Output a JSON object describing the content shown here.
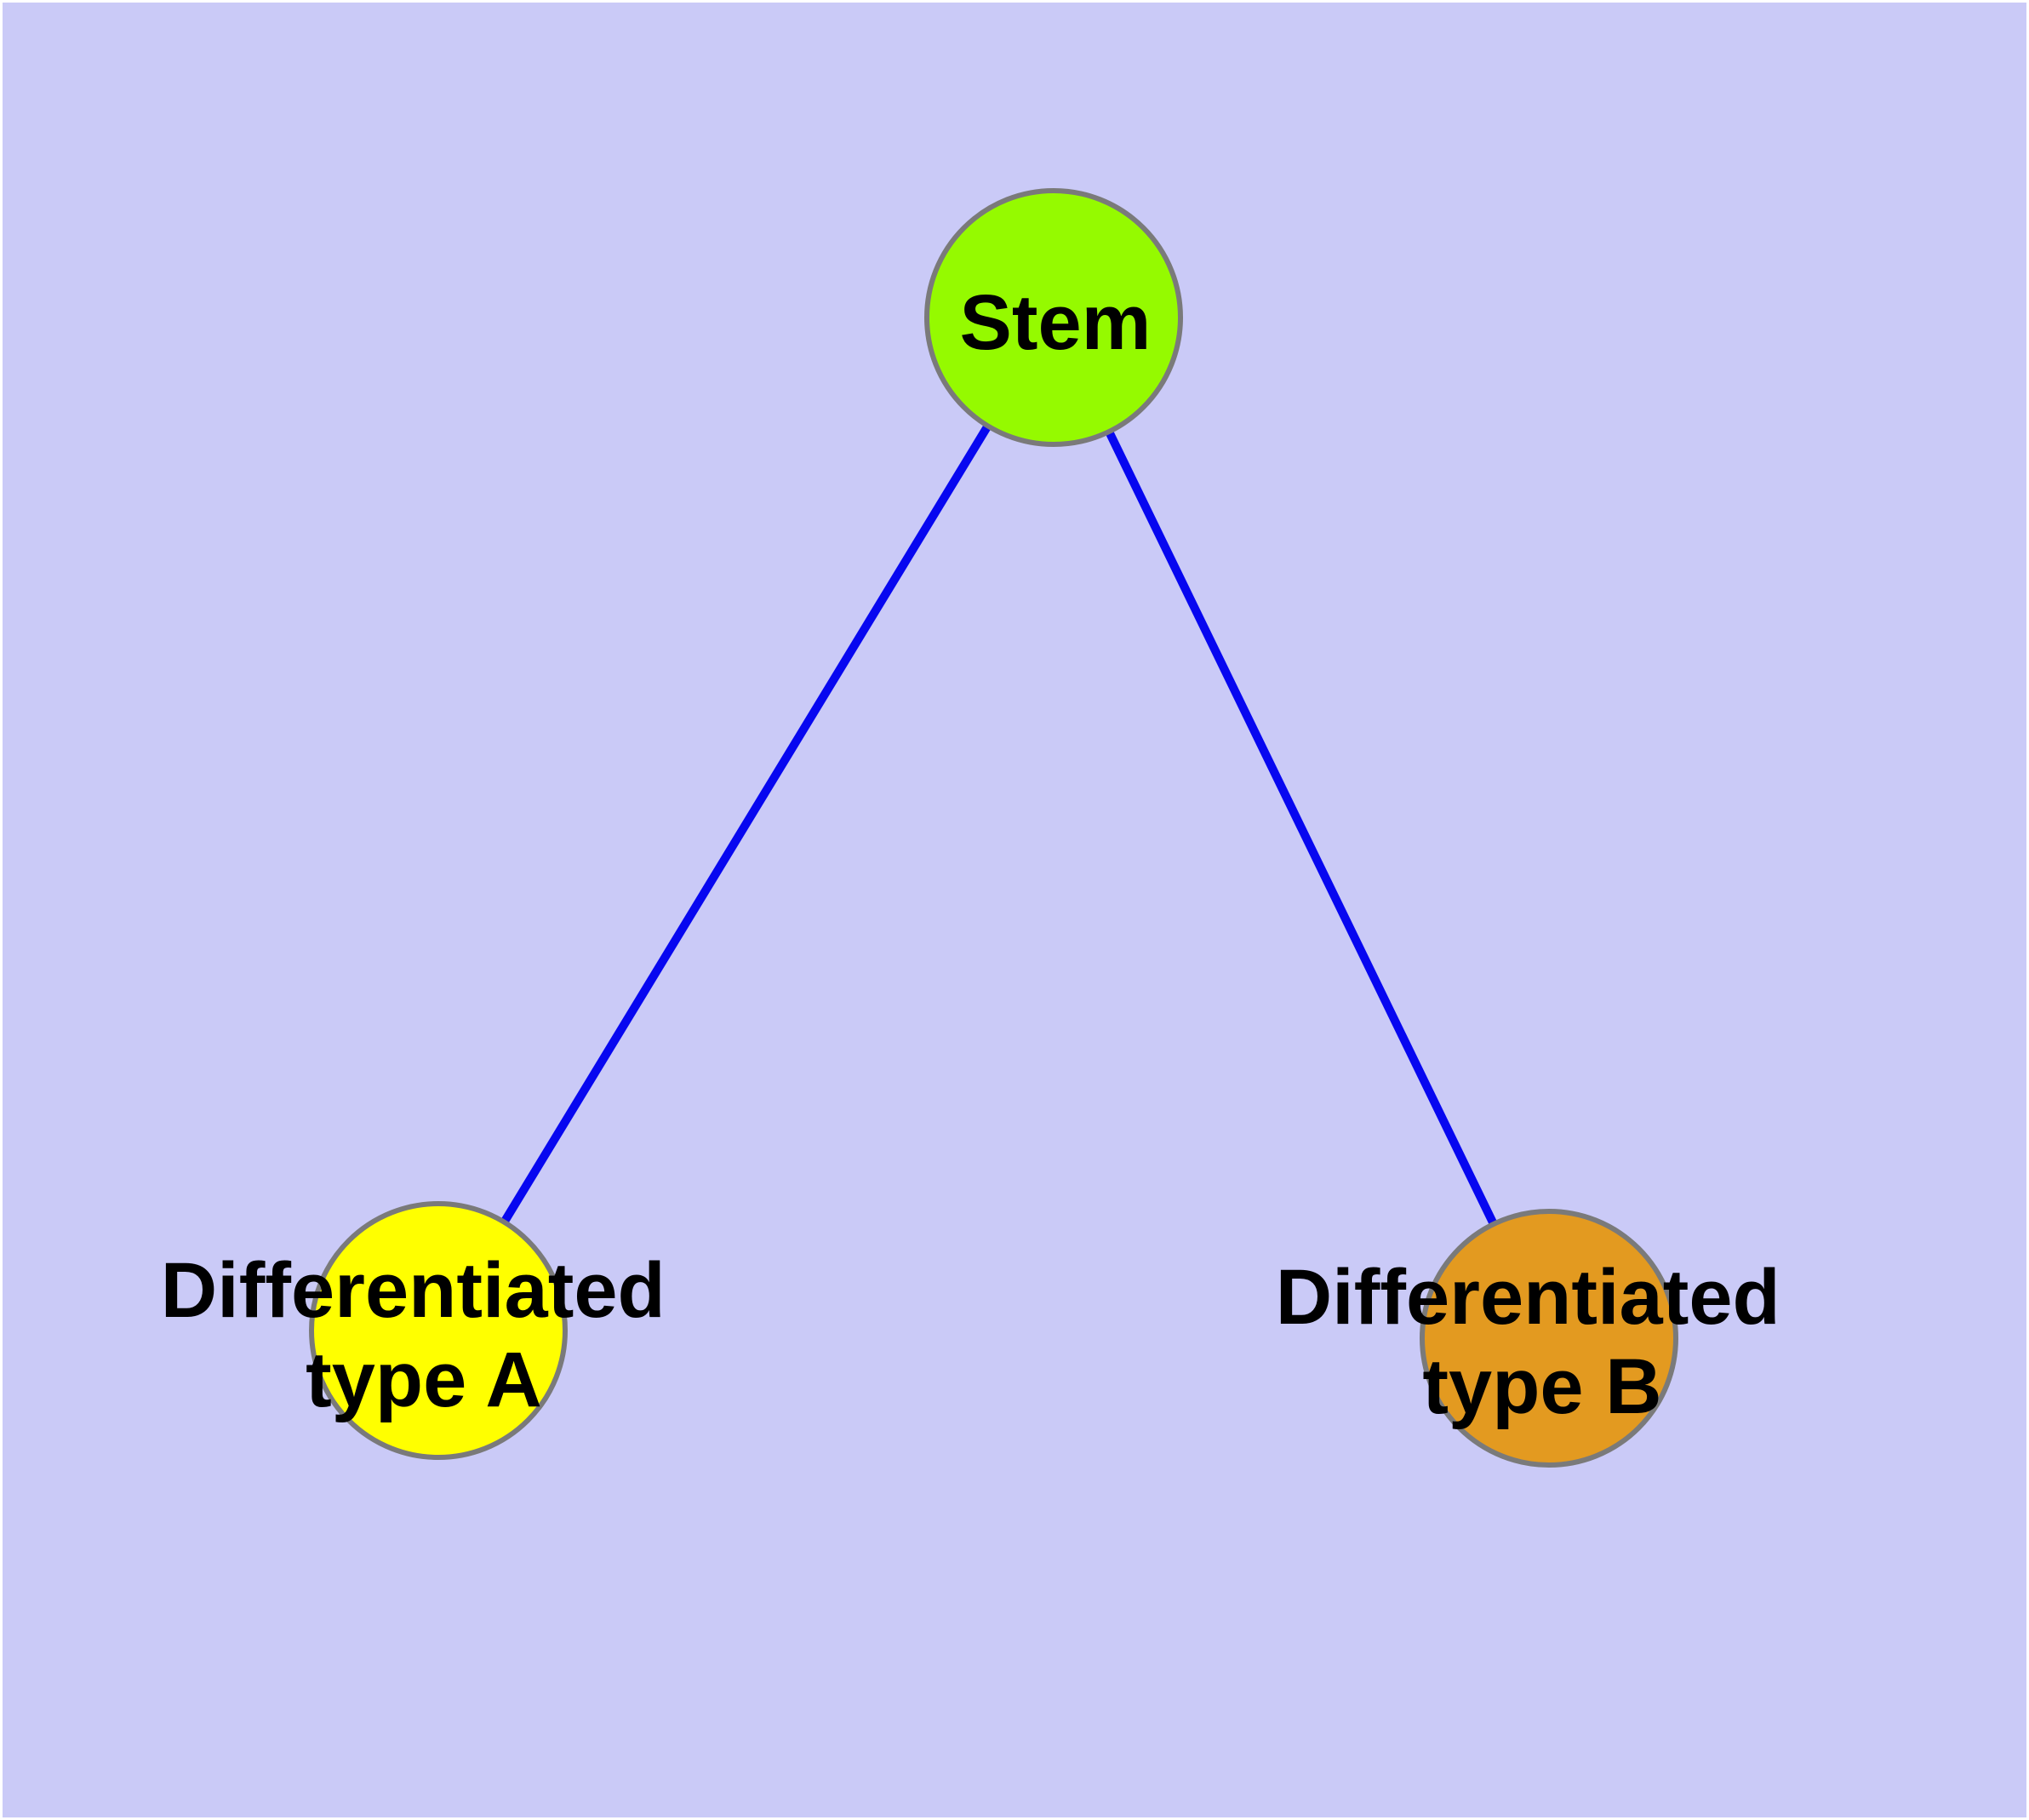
{
  "diagram": {
    "background_color": "#CACAF7",
    "frame_color": "#FFFFFF",
    "edge_color": "#0707F0",
    "node_border_color": "#7A7A7A",
    "text_color": "#000000",
    "nodes": [
      {
        "id": "stem",
        "label": "Stem",
        "line1": "Stem",
        "line2": "",
        "fill": "#95FA00"
      },
      {
        "id": "differentiated-type-a",
        "label": "Differentiated type A",
        "line1": "Differentiated",
        "line2": "type A",
        "fill": "#FFFF00"
      },
      {
        "id": "differentiated-type-b",
        "label": "Differentiated type B",
        "line1": "Differentiated",
        "line2": "type B",
        "fill": "#E39A20"
      }
    ],
    "edges": [
      {
        "from": "Stem",
        "to": "Differentiated type A"
      },
      {
        "from": "Stem",
        "to": "Differentiated type B"
      }
    ]
  }
}
